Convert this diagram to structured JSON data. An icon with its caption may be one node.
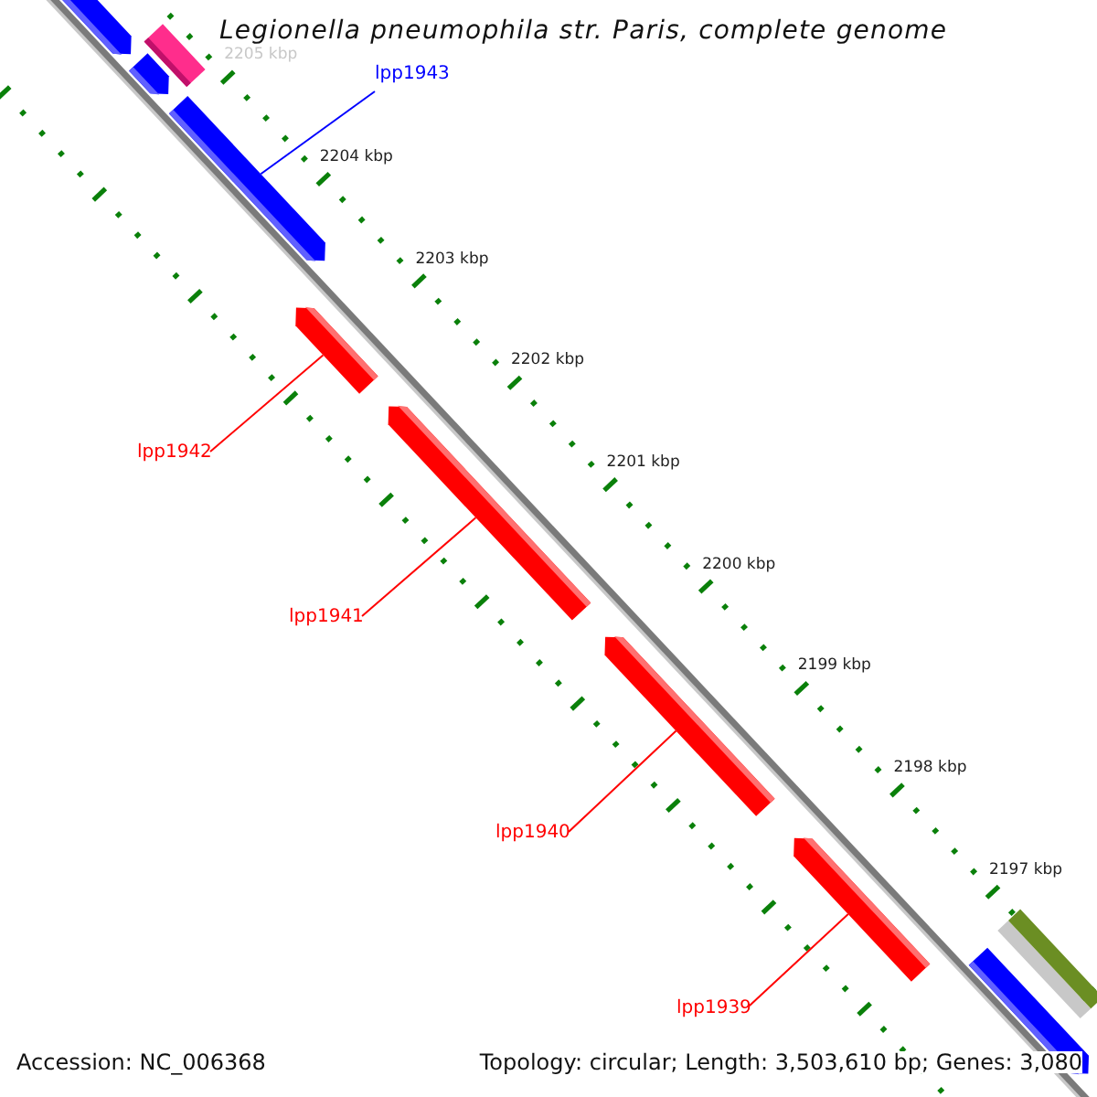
{
  "diagram": {
    "title": "Legionella pneumophila str. Paris, complete genome",
    "nodes": [
      {
        "text": [],
        "shape": "bar"
      },
      {
        "text": [],
        "shape": "bar"
      },
      {
        "text": [],
        "shape": "bar"
      },
      {
        "text": [
          "lpp1943"
        ]
      },
      {
        "text": [],
        "shape": "bar"
      },
      {
        "text": [],
        "shape": "bar"
      },
      {
        "text": [
          "lpp1942"
        ]
      },
      {
        "text": [],
        "shape": "bar"
      },
      {
        "text": [
          "lpp1941"
        ]
      },
      {
        "text": [],
        "shape": "bar"
      },
      {
        "text": [
          "lpp1940"
        ]
      },
      {
        "text": [],
        "shape": "bar"
      },
      {
        "text": [
          "lpp1939"
        ]
      },
      {
        "text": [],
        "shape": "bar"
      },
      {
        "text": [],
        "shape": "bar"
      }
    ],
    "edges": [
      {
        "from": 3,
        "to": 4,
        "arrow": "none",
        "color": "#0000ff"
      },
      {
        "from": 6,
        "to": 5,
        "arrow": "none"
      },
      {
        "from": 8,
        "to": 7,
        "arrow": "none"
      },
      {
        "from": 10,
        "to": 9,
        "arrow": "none"
      },
      {
        "from": 12,
        "to": 11,
        "arrow": "none"
      }
    ],
    "labels": [
      "2205 kbp",
      "2204 kbp",
      "2203 kbp",
      "2202 kbp",
      "2201 kbp",
      "2200 kbp",
      "2199 kbp",
      "2198 kbp",
      "2197 kbp",
      "Accession: NC_006368",
      "Topology: circular; Length: 3,503,610 bp; Genes: 3,080"
    ]
  }
}
